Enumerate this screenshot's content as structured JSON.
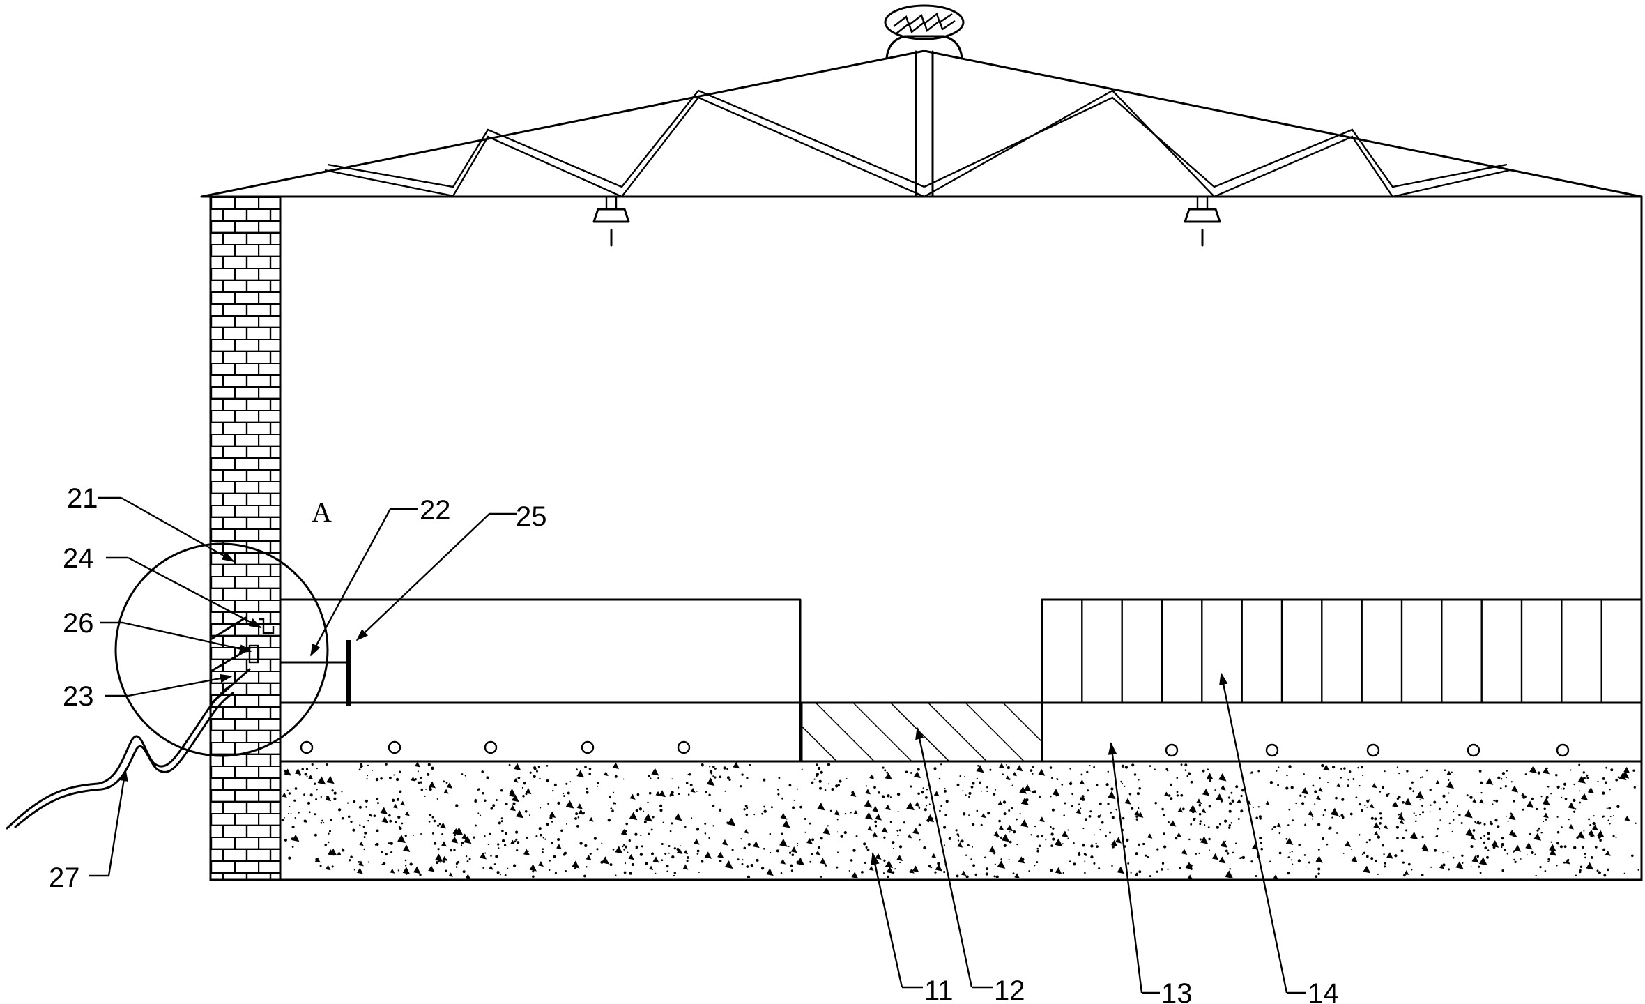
{
  "diagram": {
    "detail_mark": "A",
    "labels": {
      "l11": "11",
      "l12": "12",
      "l13": "13",
      "l14": "14",
      "l21": "21",
      "l22": "22",
      "l23": "23",
      "l24": "24",
      "l25": "25",
      "l26": "26",
      "l27": "27"
    }
  }
}
